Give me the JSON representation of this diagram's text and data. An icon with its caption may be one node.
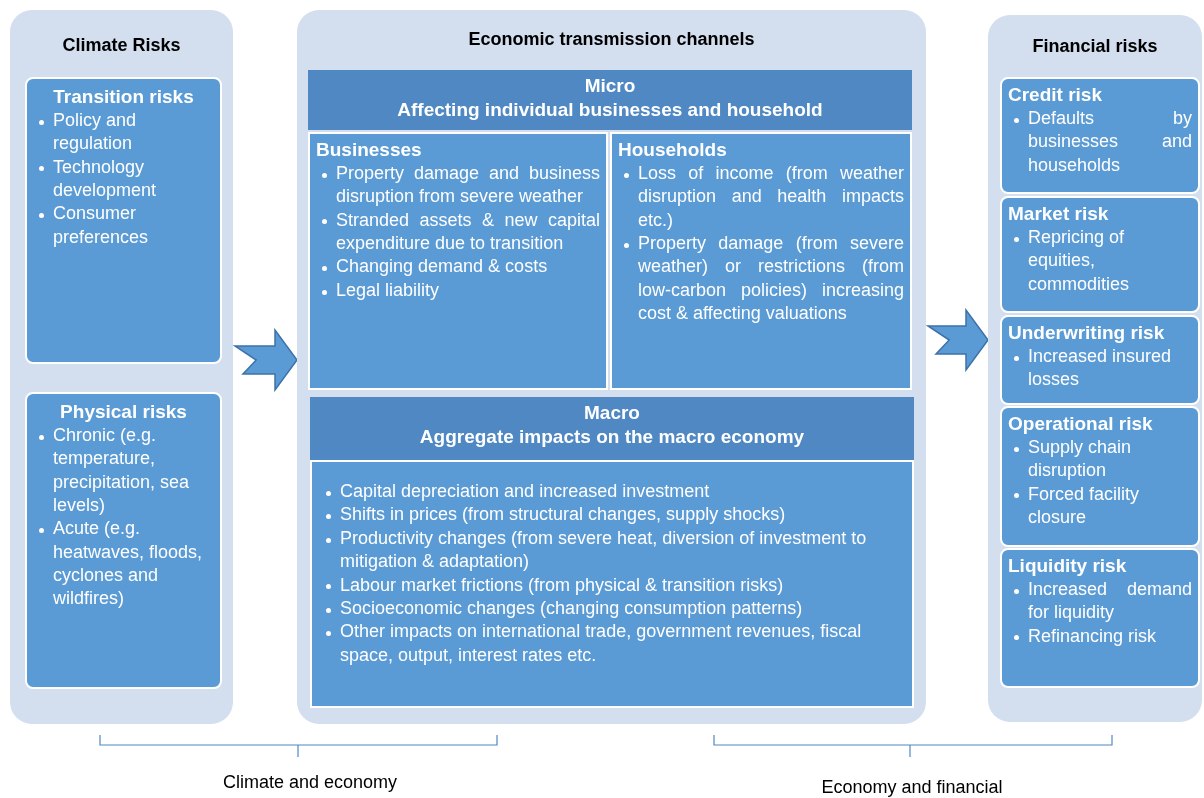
{
  "diagram": {
    "nodes": [
      {
        "text": [
          "Climate Risks"
        ]
      },
      {
        "text": [
          "Transition risks",
          "Policy and regulation",
          "Technology development",
          "Consumer preferences"
        ],
        "in": 0
      },
      {
        "text": [
          "Physical risks",
          "Chronic (e.g. temperature, precipitation, sea levels)",
          "Acute (e.g. heatwaves, floods, cyclones and wildfires)"
        ],
        "in": 0
      },
      {
        "text": [
          "Economic transmission channels"
        ]
      },
      {
        "text": [
          "Micro",
          "Affecting individual businesses and household"
        ],
        "in": 3
      },
      {
        "text": [
          "Businesses",
          "Property damage and business disruption from severe weather",
          "Stranded assets & new capital expenditure due to transition",
          "Changing demand & costs",
          "Legal liability"
        ],
        "in": 3
      },
      {
        "text": [
          "Households",
          "Loss of income (from weather disruption and health impacts etc.)",
          "Property damage (from severe weather) or restrictions (from low-carbon policies) increasing cost & affecting valuations"
        ],
        "in": 3
      },
      {
        "text": [
          "Macro",
          "Aggregate impacts on the macro economy"
        ],
        "in": 3
      },
      {
        "text": [
          "Capital depreciation and increased investment",
          "Shifts in prices (from structural changes, supply shocks)",
          "Productivity changes (from severe heat, diversion of investment to mitigation & adaptation)",
          "Labour market frictions (from physical & transition risks)",
          "Socioeconomic changes (changing consumption patterns)",
          "Other impacts on international trade, government revenues, fiscal space, output, interest rates etc."
        ],
        "in": 3
      },
      {
        "text": [
          "Financial risks"
        ]
      },
      {
        "text": [
          "Credit risk",
          "Defaults by businesses and households"
        ],
        "in": 9
      },
      {
        "text": [
          "Market risk",
          "Repricing of equities, commodities"
        ],
        "in": 9
      },
      {
        "text": [
          "Underwriting risk",
          "Increased insured losses"
        ],
        "in": 9
      },
      {
        "text": [
          "Operational risk",
          "Supply chain disruption",
          "Forced facility closure"
        ],
        "in": 9
      },
      {
        "text": [
          "Liquidity risk",
          "Increased demand for liquidity",
          "Refinancing risk"
        ],
        "in": 9
      }
    ],
    "edges": [
      {
        "from": 0,
        "to": 3,
        "arrow": "to"
      },
      {
        "from": 3,
        "to": 9,
        "arrow": "to"
      }
    ],
    "labels": [
      "Climate and economy",
      "Economy and financial"
    ]
  }
}
